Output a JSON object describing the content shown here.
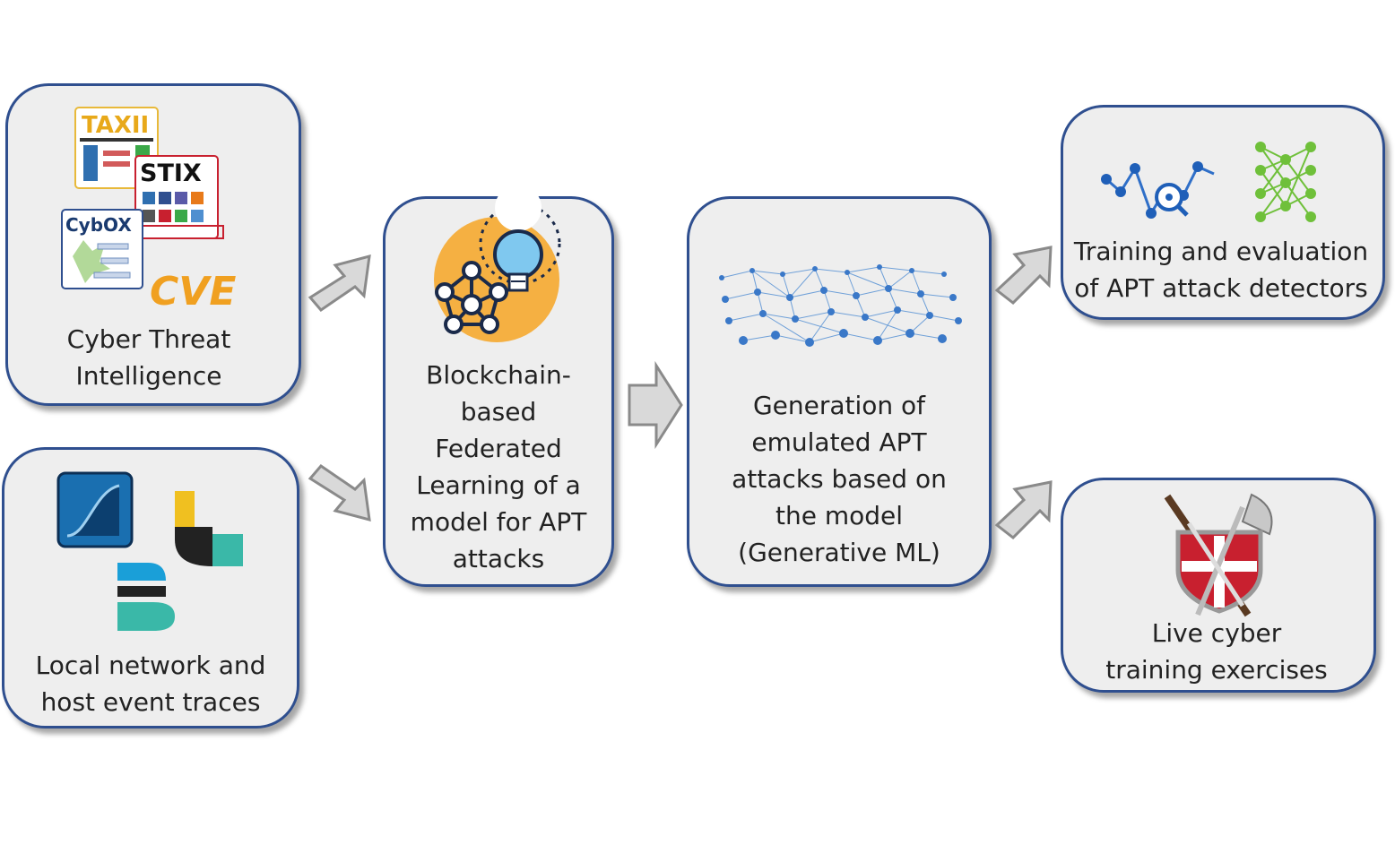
{
  "boxes": {
    "cti": {
      "label": "Cyber Threat\nIntelligence"
    },
    "local": {
      "label": "Local network and\nhost event traces"
    },
    "fl": {
      "label": "Blockchain-\nbased\nFederated\nLearning of a\nmodel for APT\nattacks"
    },
    "gen": {
      "label": "Generation of\nemulated APT\nattacks based on\nthe model\n(Generative ML)"
    },
    "train": {
      "label": "Training and evaluation\nof APT attack detectors"
    },
    "live": {
      "label": "Live cyber\ntraining exercises"
    }
  },
  "logos": {
    "taxii": "TAXII",
    "stix": "STIX",
    "cybox": "CybOX",
    "cve": "CVE"
  },
  "colors": {
    "box_border": "#2f4f8f",
    "box_fill": "#eeeeee",
    "arrow_fill": "#d9d9d9",
    "arrow_stroke": "#8a8a8a"
  },
  "icons": [
    "taxii-logo",
    "stix-logo",
    "cybox-logo",
    "cve-logo",
    "wireshark-icon",
    "elastic-logstash-icon",
    "elastic-beats-icon",
    "federated-learning-icon",
    "network-graph-icon",
    "anomaly-detection-icon",
    "neural-network-icon",
    "shield-swords-icon"
  ]
}
